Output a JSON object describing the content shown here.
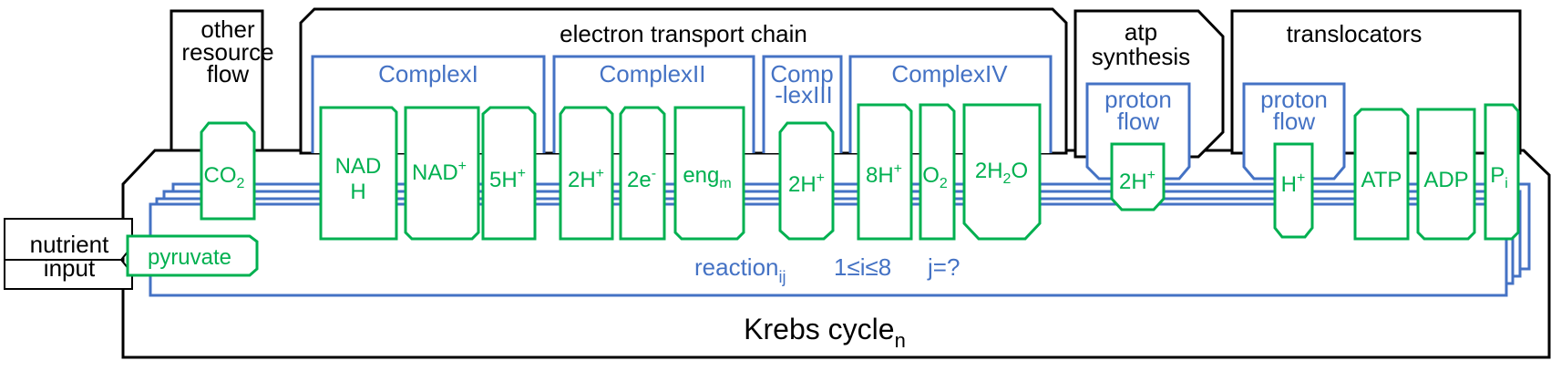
{
  "colors": {
    "black": "#000000",
    "blue": "#4472c4",
    "green": "#00b050"
  },
  "krebs": {
    "main": "Krebs cycle",
    "sub": "n"
  },
  "reaction": {
    "main": "reaction",
    "sub": "ij",
    "range": "1≤i≤8",
    "j": "j=?"
  },
  "nutrient": {
    "line1": "nutrient",
    "line2": "input"
  },
  "other": {
    "line1": "other",
    "line2": "resource",
    "line3": "flow"
  },
  "etc_title": "electron transport chain",
  "atp": {
    "line1": "atp",
    "line2": "synthesis"
  },
  "translocators": "translocators",
  "complex1": "ComplexI",
  "complex2": "ComplexII",
  "complex3": {
    "line1": "Comp",
    "line2": "-lexIII"
  },
  "complex4": "ComplexIV",
  "proton_flow": {
    "line1": "proton",
    "line2": "flow"
  },
  "nodes": {
    "pyruvate": "pyruvate",
    "co2": {
      "main": "CO",
      "sub": "2"
    },
    "nadh": {
      "line1": "NAD",
      "line2": "H"
    },
    "nad": {
      "main": "NAD",
      "sup": "+"
    },
    "h5": {
      "main": "5H",
      "sup": "+"
    },
    "c2_2h": {
      "main": "2H",
      "sup": "+"
    },
    "c2_2e": {
      "main": "2e",
      "sup": "-"
    },
    "eng": {
      "main": "eng",
      "sub": "m"
    },
    "c3_2h": {
      "main": "2H",
      "sup": "+"
    },
    "h8": {
      "main": "8H",
      "sup": "+"
    },
    "o2": {
      "main": "O",
      "sub": "2"
    },
    "h2o": {
      "a": "2H",
      "sub": "2",
      "b": "O"
    },
    "atp_2h": {
      "main": "2H",
      "sup": "+"
    },
    "tr_h": {
      "main": "H",
      "sup": "+"
    },
    "atp": "ATP",
    "adp": "ADP",
    "pi": {
      "main": "P",
      "sub": "i"
    }
  }
}
